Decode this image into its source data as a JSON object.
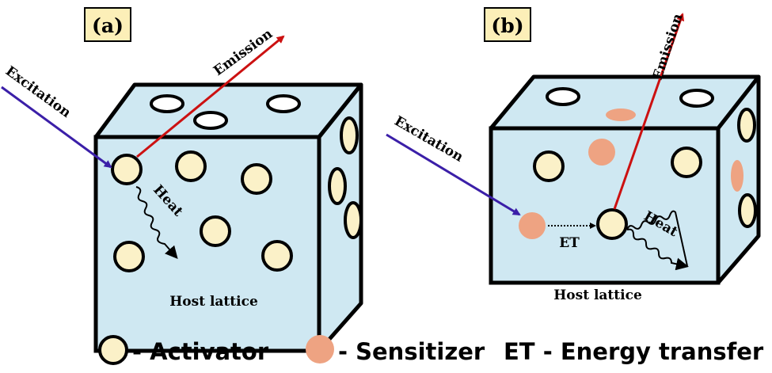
{
  "panel_a": {
    "label_open": "(",
    "label_letter": "a",
    "label_close": ")",
    "excitation": "Excitation",
    "emission": "Emission",
    "heat": "Heat",
    "host": "Host lattice"
  },
  "panel_b": {
    "label_open": "(",
    "label_letter": "b",
    "label_close": ")",
    "excitation": "Excitation",
    "emission": "Emission",
    "heat": "Heat",
    "et": "ET",
    "host": "Host lattice"
  },
  "legend": {
    "activator": "- Activator",
    "sensitizer": "- Sensitizer",
    "et": "ET - Energy transfer"
  },
  "colors": {
    "cube_fill": "#cfe8f2",
    "activator": "#fbf1c8",
    "sensitizer": "#eea382",
    "excitation_arrow": "#3b1fa8",
    "emission_arrow": "#cc1111",
    "label_box": "#fcefb8"
  }
}
